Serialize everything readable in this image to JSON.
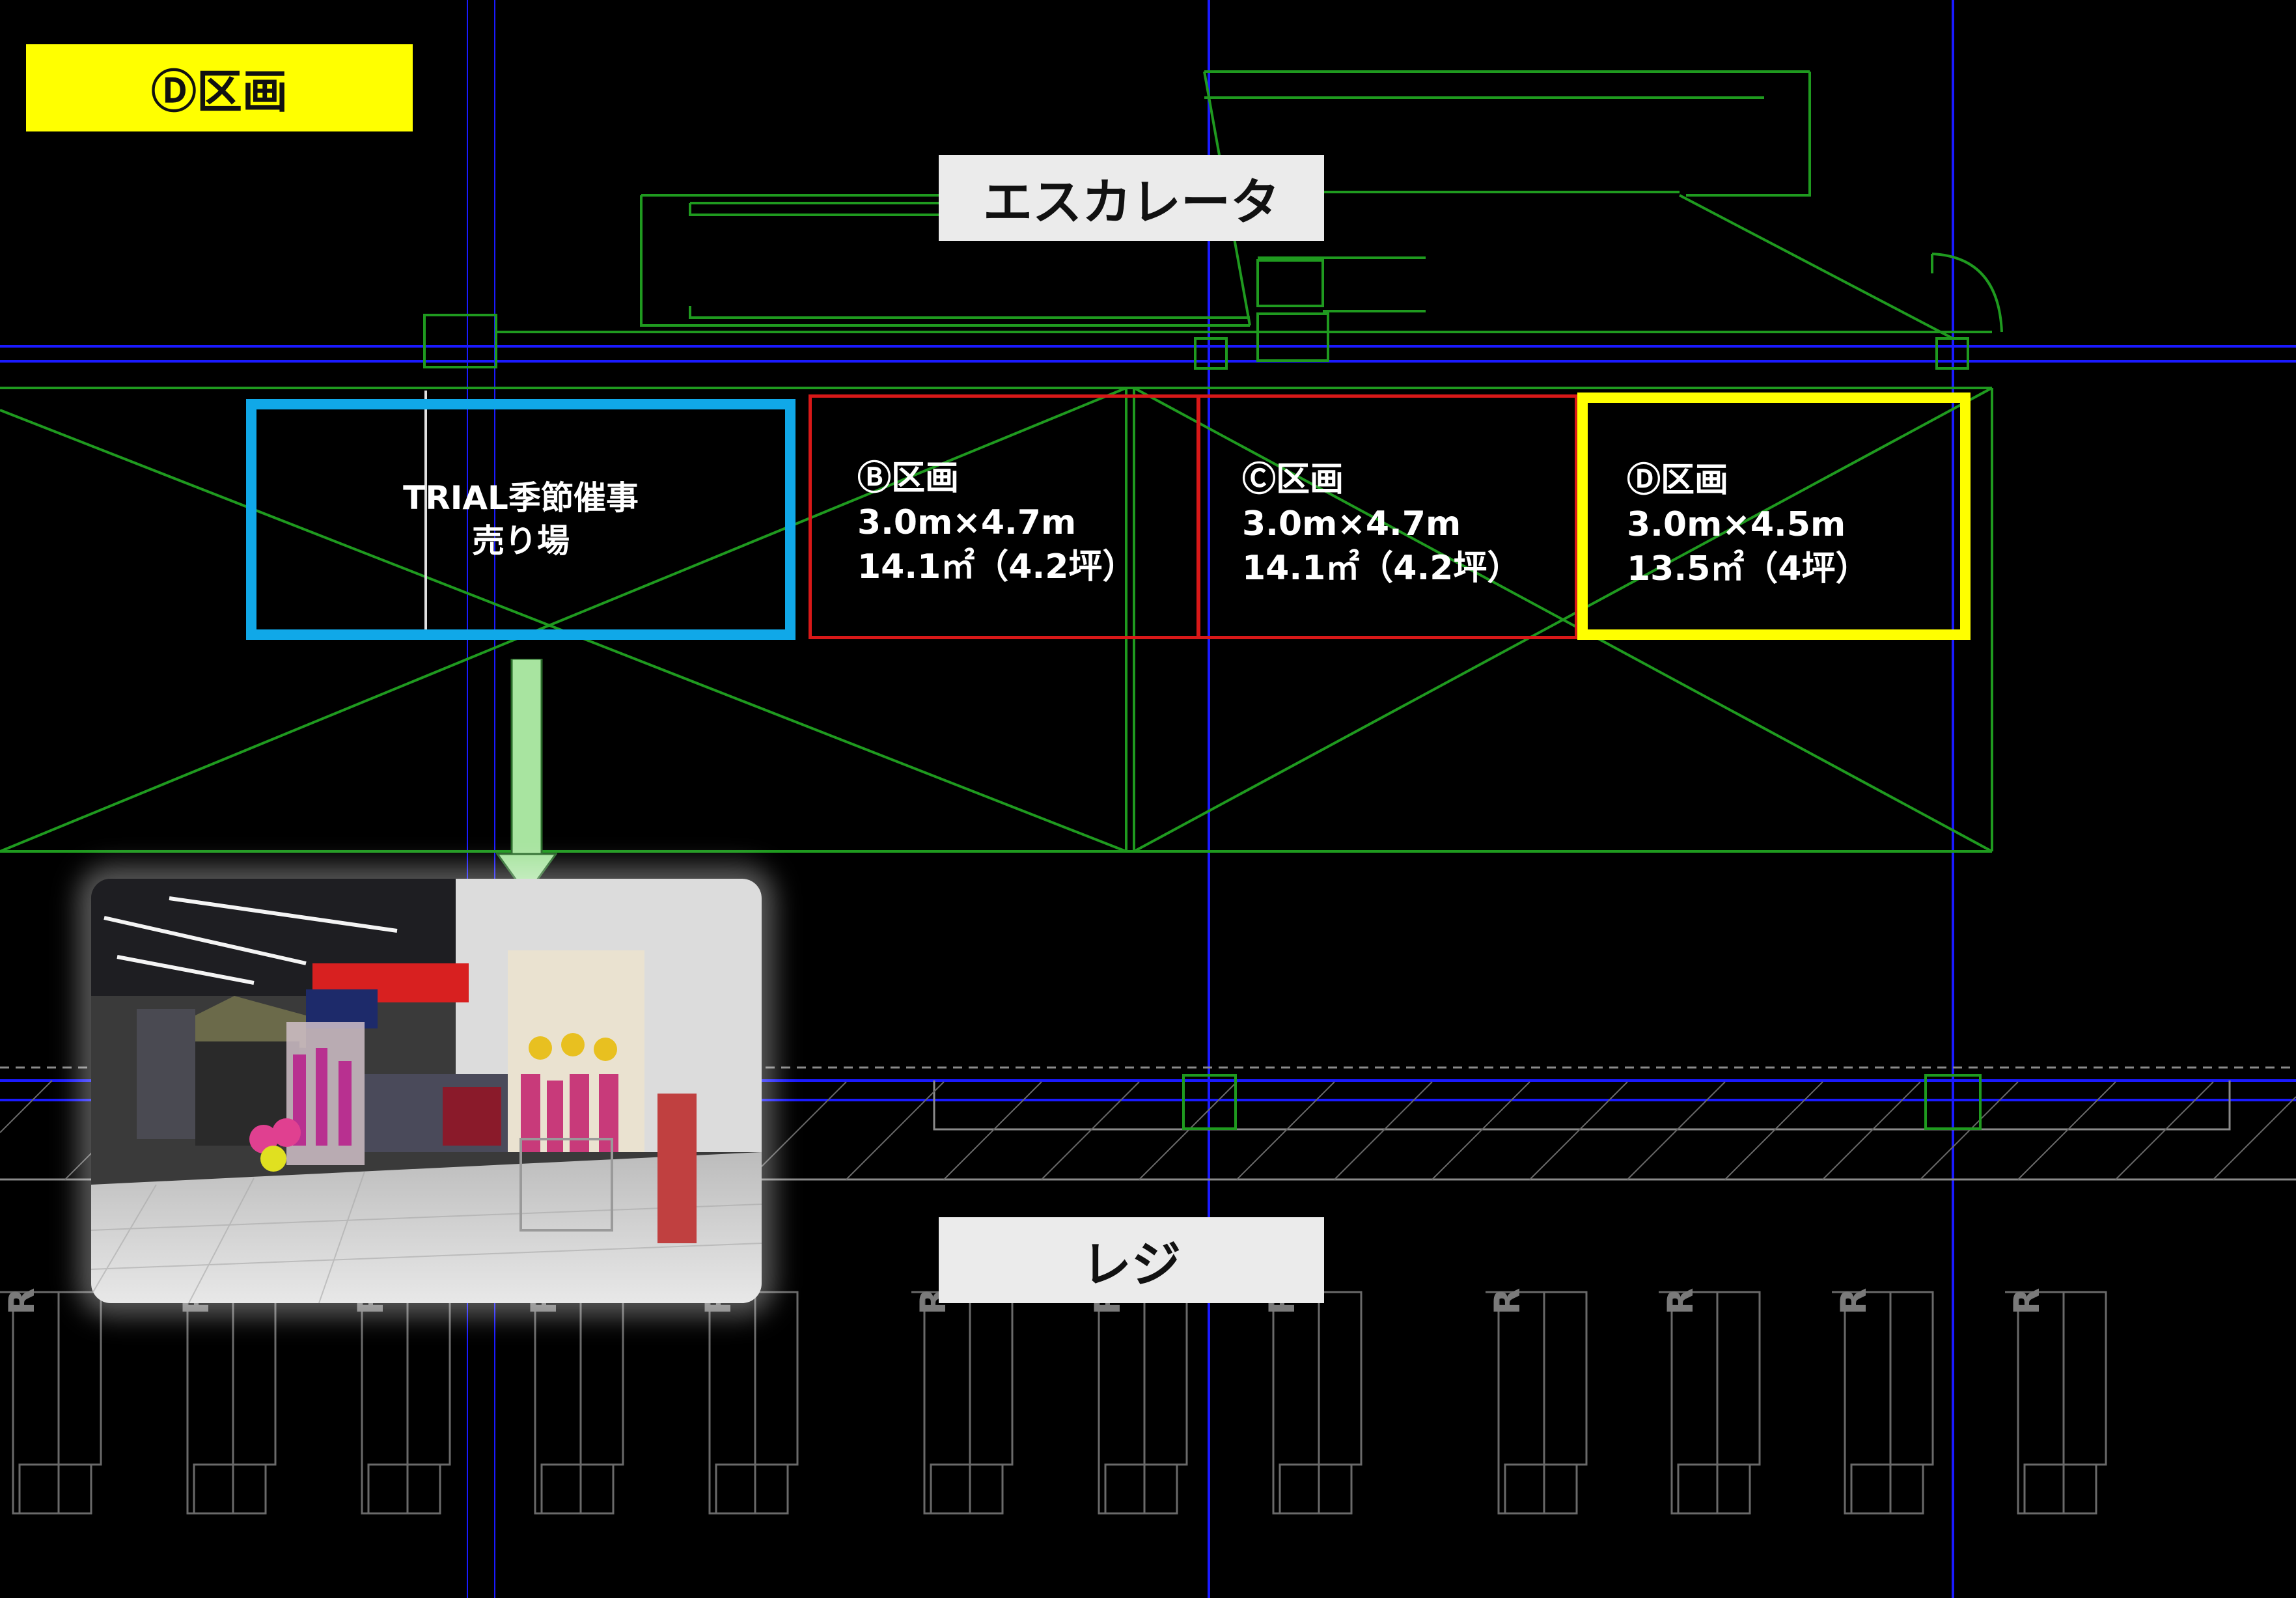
{
  "title_badge": "Ⓓ区画",
  "escalator_label": "エスカレータ",
  "register_label": "レジ",
  "zones": {
    "trial": {
      "line1": "TRIAL季節催事",
      "line2": "売り場",
      "color": "#10a8e8"
    },
    "b": {
      "name": "Ⓑ区画",
      "dims": "3.0m×4.7m",
      "area": "14.1㎡（4.2坪）",
      "color": "#d81818"
    },
    "c": {
      "name": "Ⓒ区画",
      "dims": "3.0m×4.7m",
      "area": "14.1㎡（4.2坪）",
      "color": "#d81818"
    },
    "d": {
      "name": "Ⓓ区画",
      "dims": "3.0m×4.5m",
      "area": "13.5㎡（4坪）",
      "color": "#ffff00"
    }
  },
  "register_marks": [
    "R",
    "R",
    "R",
    "R",
    "R",
    "R",
    "R",
    "R",
    "R",
    "R",
    "R",
    "R"
  ],
  "colors": {
    "background": "#000000",
    "cad_lines": "#1f9a1f",
    "grid_lines": "#1a1aff",
    "arrow": "#a8e4a0",
    "label_box": "#ebebeb",
    "title_badge": "#ffff00"
  }
}
